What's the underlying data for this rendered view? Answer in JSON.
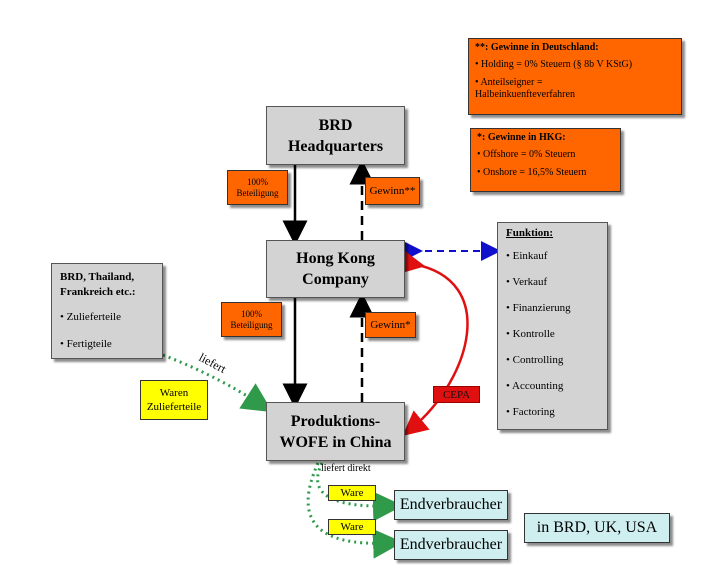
{
  "boxes": {
    "hq": {
      "line1": "BRD",
      "line2": "Headquarters"
    },
    "hk": {
      "line1": "Hong Kong",
      "line2": "Company"
    },
    "wofe": {
      "line1": "Produktions-",
      "line2": "WOFE in China"
    }
  },
  "beteiligung": {
    "line1": "100%",
    "line2": "Beteiligung"
  },
  "gewinn_hq": "Gewinn**",
  "gewinn_hk": "Gewinn*",
  "tax_de": {
    "title": "**: Gewinne in Deutschland:",
    "items": [
      "• Holding = 0% Steuern (§ 8b V KStG)",
      "• Anteilseigner = Halbeinkuenfteverfahren"
    ]
  },
  "tax_hk": {
    "title": "*: Gewinne in HKG:",
    "items": [
      "• Offshore = 0% Steuern",
      "• Onshore = 16,5% Steuern"
    ]
  },
  "funktion": {
    "title": "Funktion:",
    "items": [
      "• Einkauf",
      "• Verkauf",
      "• Finanzierung",
      "• Kontrolle",
      "• Controlling",
      "• Accounting",
      "• Factoring"
    ]
  },
  "suppliers": {
    "title": "BRD, Thailand, Frankreich etc.:",
    "items": [
      "• Zulieferteile",
      "• Fertigteile"
    ]
  },
  "waren": {
    "line1": "Waren",
    "line2": "Zulieferteile"
  },
  "liefert": "liefert",
  "liefert_direkt": "liefert direkt",
  "cepa": "CEPA",
  "ware": "Ware",
  "endverbraucher": "Endverbraucher",
  "markets": "in BRD, UK, USA",
  "colors": {
    "orange": "#ff6600",
    "gray": "#d3d3d3",
    "yellow": "#ffff00",
    "teal": "#cfeef0",
    "red": "#e01010",
    "green_dotted": "#2e9a4a",
    "blue_dashed": "#1010cc"
  }
}
